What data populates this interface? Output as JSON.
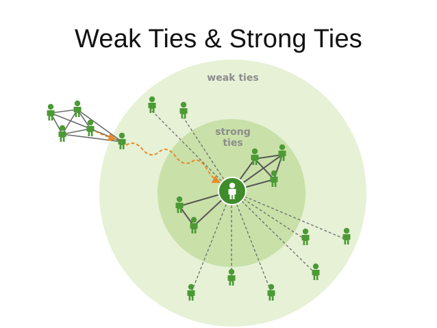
{
  "slide": {
    "title": "Weak Ties & Strong Ties"
  },
  "diagram": {
    "weak_label": "weak ties",
    "strong_label_line1": "strong",
    "strong_label_line2": "ties"
  },
  "colors": {
    "outer_circle": "#e6f1d6",
    "inner_circle": "#c9e0a8",
    "person": "#4c9a35",
    "center_node": "#3e8d2a",
    "weak_line": "#6a6a6a",
    "strong_line": "#555555",
    "path_arrow": "#e58a2a"
  }
}
